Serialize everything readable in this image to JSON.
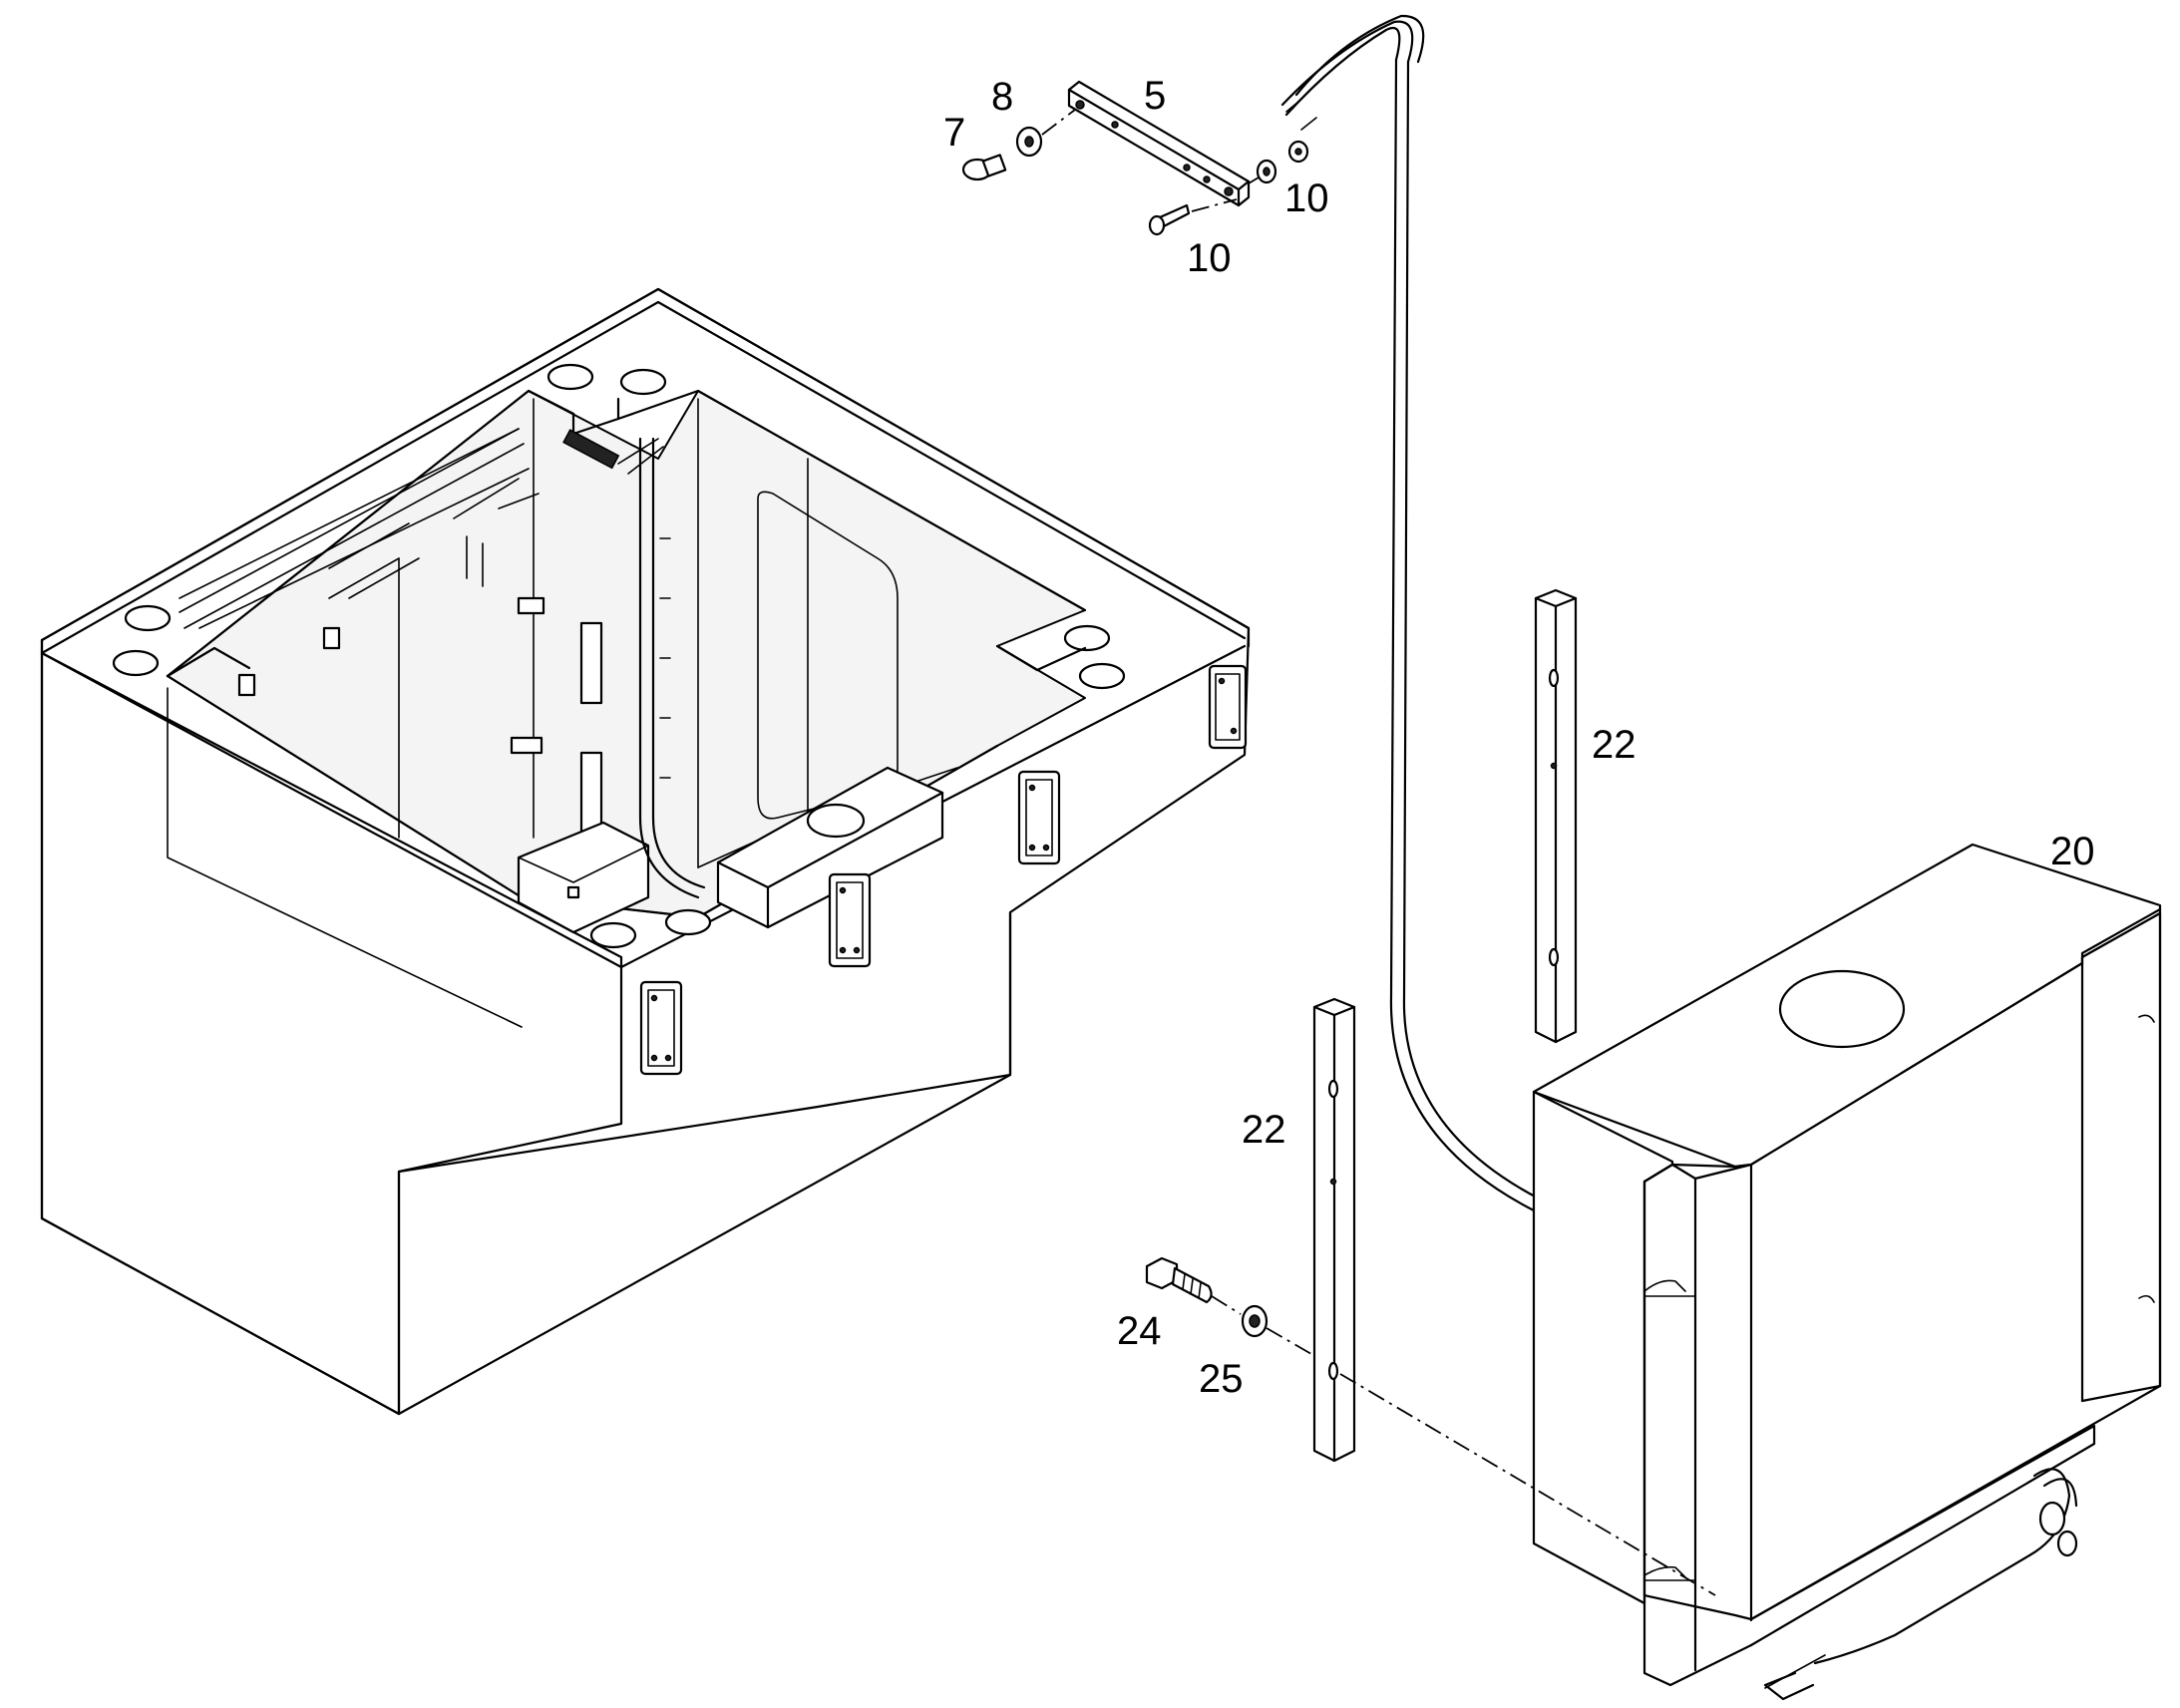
{
  "callouts": {
    "c7": "7",
    "c8": "8",
    "c5": "5",
    "c10a": "10",
    "c10b": "10",
    "c22a": "22",
    "c22b": "22",
    "c20": "20",
    "c24": "24",
    "c25": "25"
  }
}
